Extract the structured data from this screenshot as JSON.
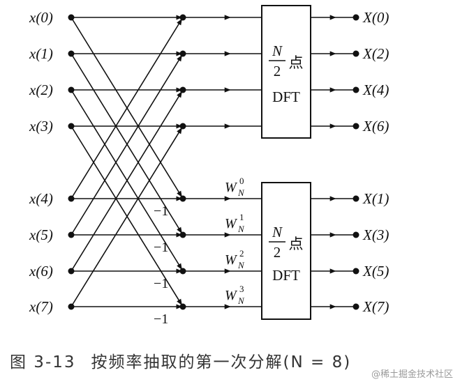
{
  "inputs": [
    "x(0)",
    "x(1)",
    "x(2)",
    "x(3)",
    "x(4)",
    "x(5)",
    "x(6)",
    "x(7)"
  ],
  "outputs_top": [
    "X(0)",
    "X(2)",
    "X(4)",
    "X(6)"
  ],
  "outputs_bottom": [
    "X(1)",
    "X(3)",
    "X(5)",
    "X(7)"
  ],
  "twiddles": [
    {
      "base": "W",
      "sub": "N",
      "sup": "0"
    },
    {
      "base": "W",
      "sub": "N",
      "sup": "1"
    },
    {
      "base": "W",
      "sub": "N",
      "sup": "2"
    },
    {
      "base": "W",
      "sub": "N",
      "sup": "3"
    }
  ],
  "minus_one": "−1",
  "dft_block": {
    "numerator": "N",
    "denominator": "2",
    "unit": "点",
    "name": "DFT"
  },
  "caption": {
    "figure": "图 3-13",
    "text": "按频率抽取的第一次分解(N = 8)"
  },
  "watermark": "@稀土掘金技术社区",
  "colors": {
    "ink": "#111111",
    "caption": "#333333",
    "watermark": "#9a9a9a"
  }
}
